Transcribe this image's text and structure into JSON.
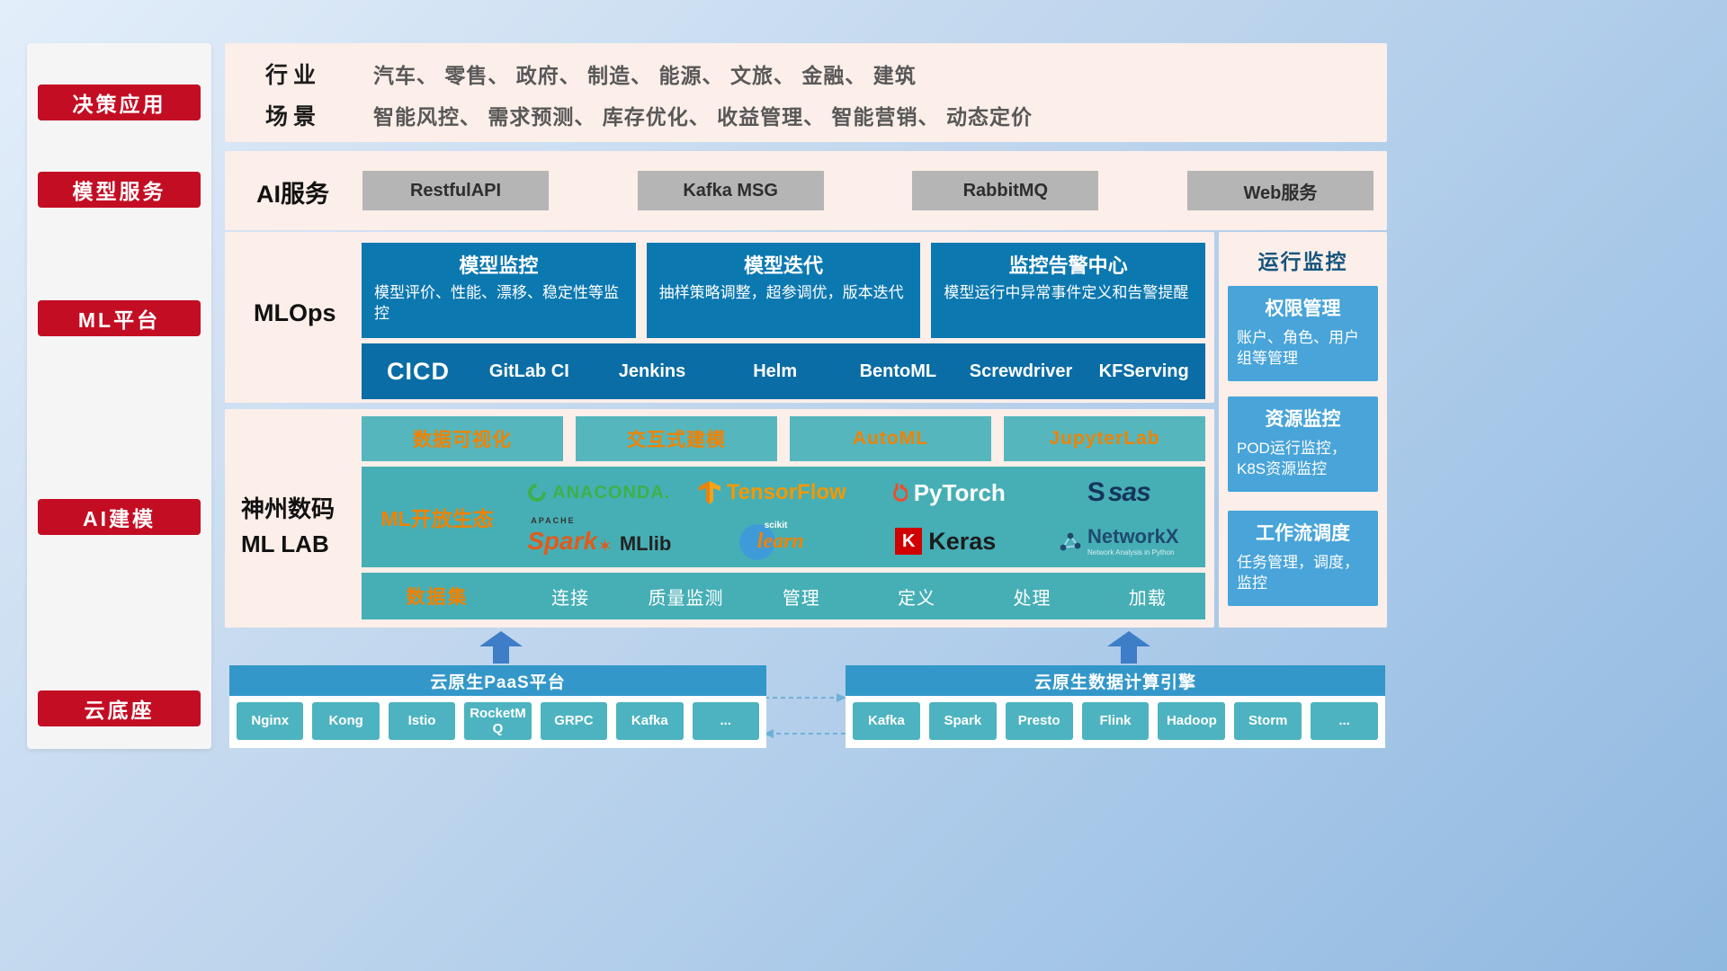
{
  "colors": {
    "accent_red": "#c30d23",
    "panel_pink": "#fceee9",
    "card_blue": "#0c78b0",
    "cicd_blue": "#0a6da5",
    "monitor_blue": "#48a4d9",
    "teal": "#46afb5",
    "orange_accent": "#f08200",
    "bar_blue": "#3397c9",
    "tech_teal": "#4db3c0",
    "gray_button": "#b5b5b5"
  },
  "sidebar": {
    "items": [
      {
        "label": "决策应用"
      },
      {
        "label": "模型服务"
      },
      {
        "label": "ML平台"
      },
      {
        "label": "AI建模"
      },
      {
        "label": "云底座"
      }
    ]
  },
  "industry": {
    "row1_label": "行业",
    "row1_value": "汽车、 零售、 政府、 制造、 能源、 文旅、 金融、 建筑",
    "row2_label": "场景",
    "row2_value": "智能风控、 需求预测、 库存优化、 收益管理、 智能营销、 动态定价"
  },
  "ai_service": {
    "label": "AI服务",
    "items": [
      "RestfulAPI",
      "Kafka MSG",
      "RabbitMQ",
      "Web服务"
    ]
  },
  "mlops": {
    "label": "MLOps",
    "cards": [
      {
        "title": "模型监控",
        "desc": "模型评价、性能、漂移、稳定性等监控"
      },
      {
        "title": "模型迭代",
        "desc": "抽样策略调整，超参调优，版本迭代"
      },
      {
        "title": "监控告警中心",
        "desc": "模型运行中异常事件定义和告警提醒"
      }
    ],
    "cicd_label": "CICD",
    "cicd_items": [
      "GitLab CI",
      "Jenkins",
      "Helm",
      "BentoML",
      "Screwdriver",
      "KFServing"
    ]
  },
  "monitor": {
    "title": "运行监控",
    "cards": [
      {
        "title": "权限管理",
        "desc": "账户、角色、用户组等管理"
      },
      {
        "title": "资源监控",
        "desc": "POD运行监控，K8S资源监控"
      },
      {
        "title": "工作流调度",
        "desc": "任务管理，调度，监控"
      }
    ]
  },
  "mllab": {
    "label_line1": "神州数码",
    "label_line2": "ML LAB",
    "tools": [
      "数据可视化",
      "交互式建模",
      "AutoML",
      "JupyterLab"
    ],
    "eco_label": "ML开放生态",
    "logos": {
      "anaconda": "ANACONDA.",
      "tensorflow": "TensorFlow",
      "pytorch": "PyTorch",
      "sas_s": "S",
      "sas": "sas",
      "spark_super": "APACHE",
      "spark": "Spark",
      "spark_star": "✶",
      "spark_suffix": "MLlib",
      "scikit_super": "scikit",
      "scikit": "learn",
      "keras_badge": "K",
      "keras": "Keras",
      "networkx": "NetworkX",
      "networkx_sub": "Network Analysis in Python"
    },
    "dataset_label": "数据集",
    "dataset_items": [
      "连接",
      "质量监测",
      "管理",
      "定义",
      "处理",
      "加载"
    ]
  },
  "cloud": {
    "paas_title": "云原生PaaS平台",
    "paas_items": [
      "Nginx",
      "Kong",
      "Istio",
      "RocketMQ",
      "GRPC",
      "Kafka",
      "..."
    ],
    "engine_title": "云原生数据计算引擎",
    "engine_items": [
      "Kafka",
      "Spark",
      "Presto",
      "Flink",
      "Hadoop",
      "Storm",
      "..."
    ]
  }
}
